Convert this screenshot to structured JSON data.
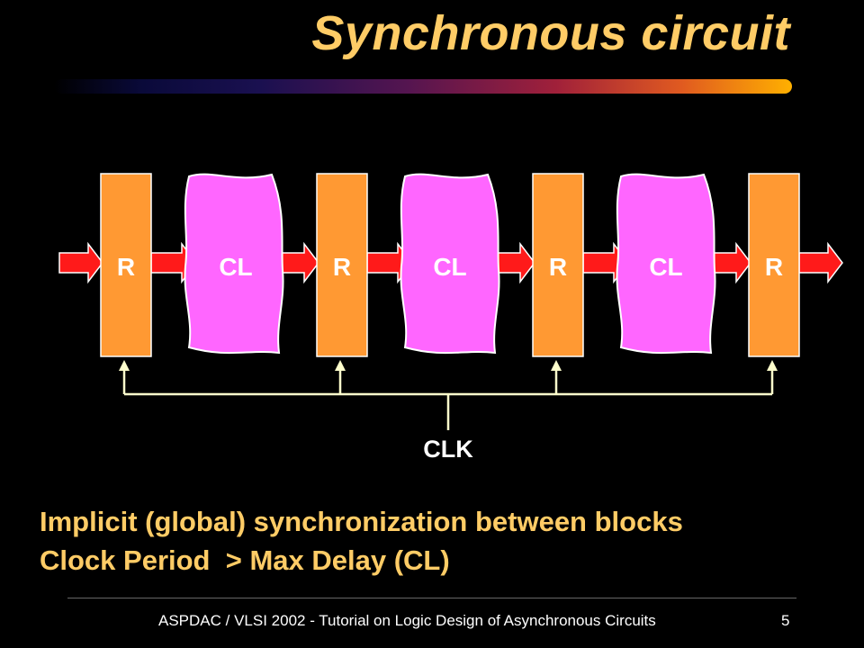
{
  "slide": {
    "title": "Synchronous circuit",
    "body_lines": [
      "Implicit (global) synchronization between blocks",
      "Clock Period  > Max Delay (CL)"
    ],
    "footer": "ASPDAC / VLSI 2002 - Tutorial on Logic Design of Asynchronous Circuits",
    "page_number": "5"
  },
  "diagram": {
    "register_label": "R",
    "logic_label": "CL",
    "clock_label": "CLK",
    "registers": [
      "R",
      "R",
      "R",
      "R"
    ],
    "logic_blocks": [
      "CL",
      "CL",
      "CL"
    ],
    "colors": {
      "register": "#ff9933",
      "logic": "#ff66ff",
      "arrow": "#ff1a1a",
      "clock_line": "#ffffcc",
      "title": "#ffcc66"
    }
  }
}
